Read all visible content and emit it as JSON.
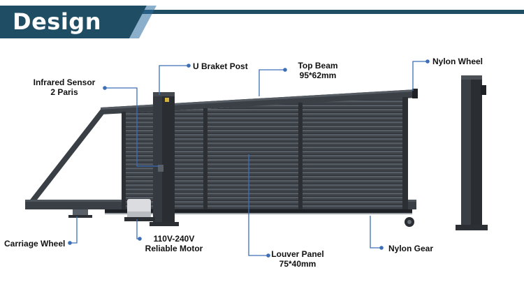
{
  "header": {
    "title": "Design",
    "band_color": "#1f4d63",
    "accent_color": "#2b6ea0"
  },
  "colors": {
    "gate": "#3a3f45",
    "gate_dark": "#2c3035",
    "callout_line": "#3d6fb6",
    "dot": "#3d6fb6"
  },
  "labels": {
    "infrared_sensor": {
      "line1": "Infrared Sensor",
      "line2": "2 Paris"
    },
    "u_braket_post": "U Braket Post",
    "top_beam": {
      "line1": "Top Beam",
      "line2": "95*62mm"
    },
    "nylon_wheel": "Nylon Wheel",
    "carriage_wheel": "Carriage Wheel",
    "motor": {
      "line1": "110V-240V",
      "line2": "Reliable Motor"
    },
    "louver_panel": {
      "line1": "Louver Panel",
      "line2": "75*40mm"
    },
    "nylon_gear": "Nylon Gear"
  }
}
